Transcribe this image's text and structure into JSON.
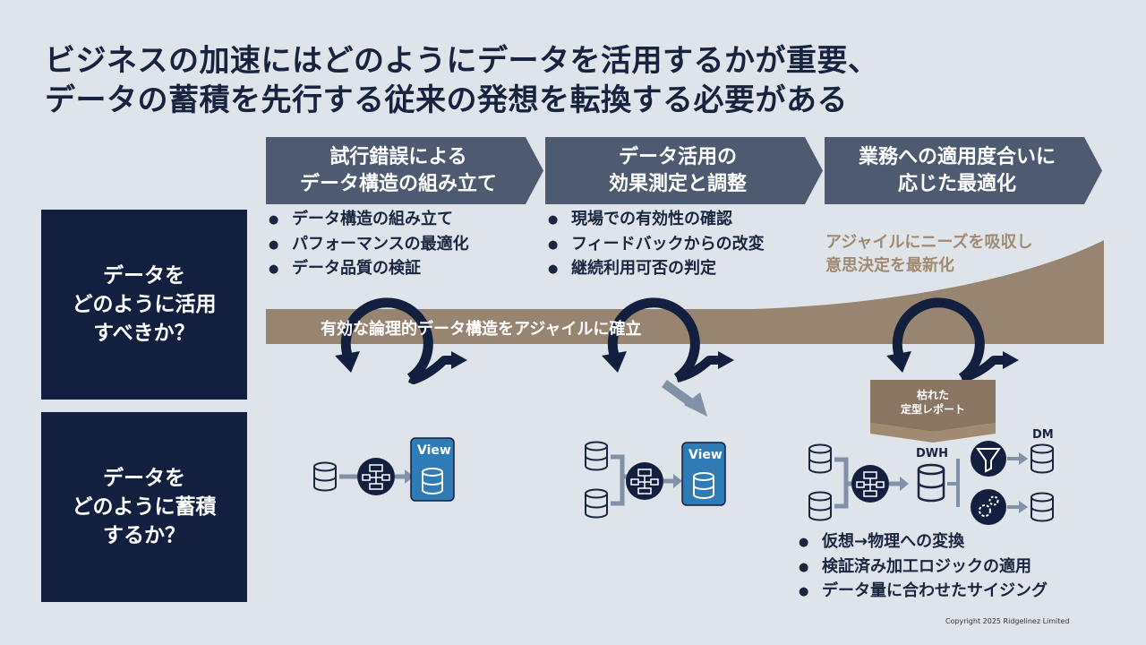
{
  "title": {
    "line1": "ビジネスの加速にはどのようにデータを活用するかが重要、",
    "line2": "データの蓄積を先行する従来の発想を転換する必要がある"
  },
  "steps": [
    {
      "line1": "試行錯誤による",
      "line2": "データ構造の組み立て"
    },
    {
      "line1": "データ活用の",
      "line2": "効果測定と調整"
    },
    {
      "line1": "業務への適用度合いに",
      "line2": "応じた最適化"
    }
  ],
  "rows": {
    "use": {
      "line1": "データを",
      "line2": "どのように活用",
      "line3": "すべきか？"
    },
    "store": {
      "line1": "データを",
      "line2": "どのように蓄積",
      "line3": "するか？"
    }
  },
  "step1_bullets": [
    "データ構造の組み立て",
    "パフォーマンスの最適化",
    "データ品質の検証"
  ],
  "step2_bullets": [
    "現場での有効性の確認",
    "フィードバックからの改変",
    "継続利用可否の判定"
  ],
  "agile_note": {
    "line1": "アジャイルにニーズを吸収し",
    "line2": "意思決定を最新化"
  },
  "band_label": "有効な論理的データ構造をアジャイルに確立",
  "view_label": "View",
  "report": {
    "line1": "枯れた",
    "line2": "定型レポート"
  },
  "dwh_label": "DWH",
  "dm_label": "DM",
  "step3_bullets": [
    "仮想→物理への変換",
    "検証済み加工ロジックの適用",
    "データ量に合わせたサイジング"
  ],
  "copyright": "Copyright 2025 Ridgelinez Limited",
  "colors": {
    "navy": "#131f3e",
    "chevron": "#4d5a6f",
    "brown": "#978571",
    "blue": "#2f7bb5",
    "arrow_gray": "#8191a8"
  }
}
